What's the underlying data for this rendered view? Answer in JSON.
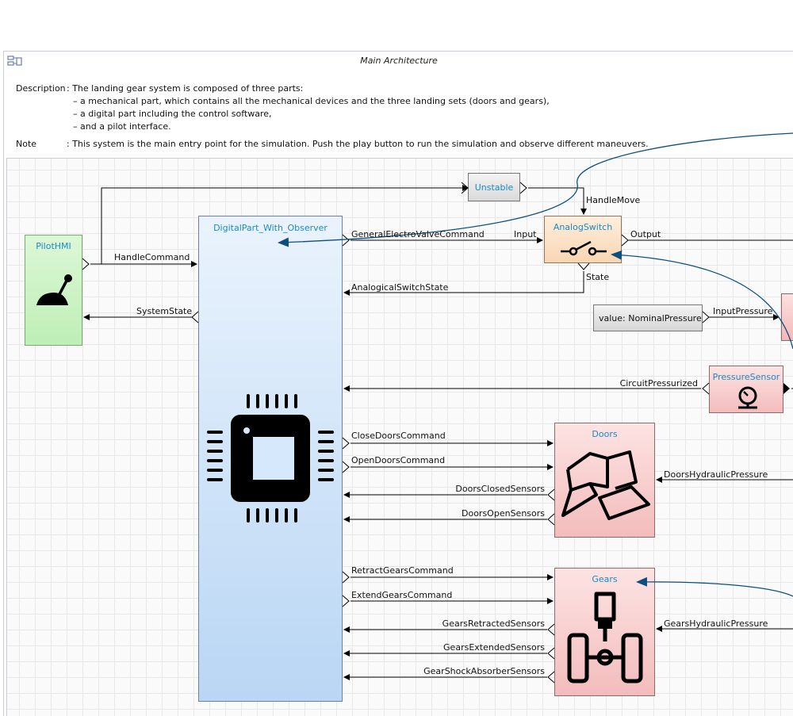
{
  "window": {
    "title": "Main Architecture",
    "icon": "diagram-icon"
  },
  "description": {
    "label": "Description",
    "line1": ": The landing gear system is composed of three parts:",
    "line2": "– a mechanical part, which contains all the mechanical devices and the three landing sets (doors and gears),",
    "line3": "– a digital part including the control software,",
    "line4": "– and a pilot interface.",
    "note_label": "Note",
    "note_text": ": This system is the main entry point for the simulation. Push the play button to run the simulation and observe different maneuvers."
  },
  "blocks": {
    "pilot": {
      "title": "PilotHMI",
      "icon": "joystick-icon",
      "color": "#c9f2c3"
    },
    "digital": {
      "title": "DigitalPart_With_Observer",
      "icon": "chip-icon",
      "color": "#cfe4fa"
    },
    "unstable": {
      "title": "Unstable"
    },
    "analog": {
      "title": "AnalogSwitch",
      "icon": "switch-icon",
      "color": "#fde3c9"
    },
    "constant": {
      "value": "value: NominalPressure"
    },
    "pressure_sensor": {
      "title": "PressureSensor",
      "icon": "gauge-icon",
      "color": "#f8cccc"
    },
    "doors": {
      "title": "Doors",
      "icon": "doors-icon",
      "color": "#f8cccc"
    },
    "gears": {
      "title": "Gears",
      "icon": "landing-gear-icon",
      "color": "#f8cccc"
    }
  },
  "signals": {
    "handle_command": "HandleCommand",
    "system_state": "SystemState",
    "general_valve": "GeneralElectroValveCommand",
    "analog_state": "AnalogicalSwitchState",
    "handle_move": "HandleMove",
    "input": "Input",
    "output": "Output",
    "state": "State",
    "input_pressure": "InputPressure",
    "circuit_pressurized": "CircuitPressurized",
    "close_doors": "CloseDoorsCommand",
    "open_doors": "OpenDoorsCommand",
    "doors_closed": "DoorsClosedSensors",
    "doors_open": "DoorsOpenSensors",
    "doors_hydraulic": "DoorsHydraulicPressure",
    "retract_gears": "RetractGearsCommand",
    "extend_gears": "ExtendGearsCommand",
    "gears_retracted": "GearsRetractedSensors",
    "gears_extended": "GearsExtendedSensors",
    "gear_shock": "GearShockAbsorberSensors",
    "gears_hydraulic": "GearsHydraulicPressure"
  }
}
